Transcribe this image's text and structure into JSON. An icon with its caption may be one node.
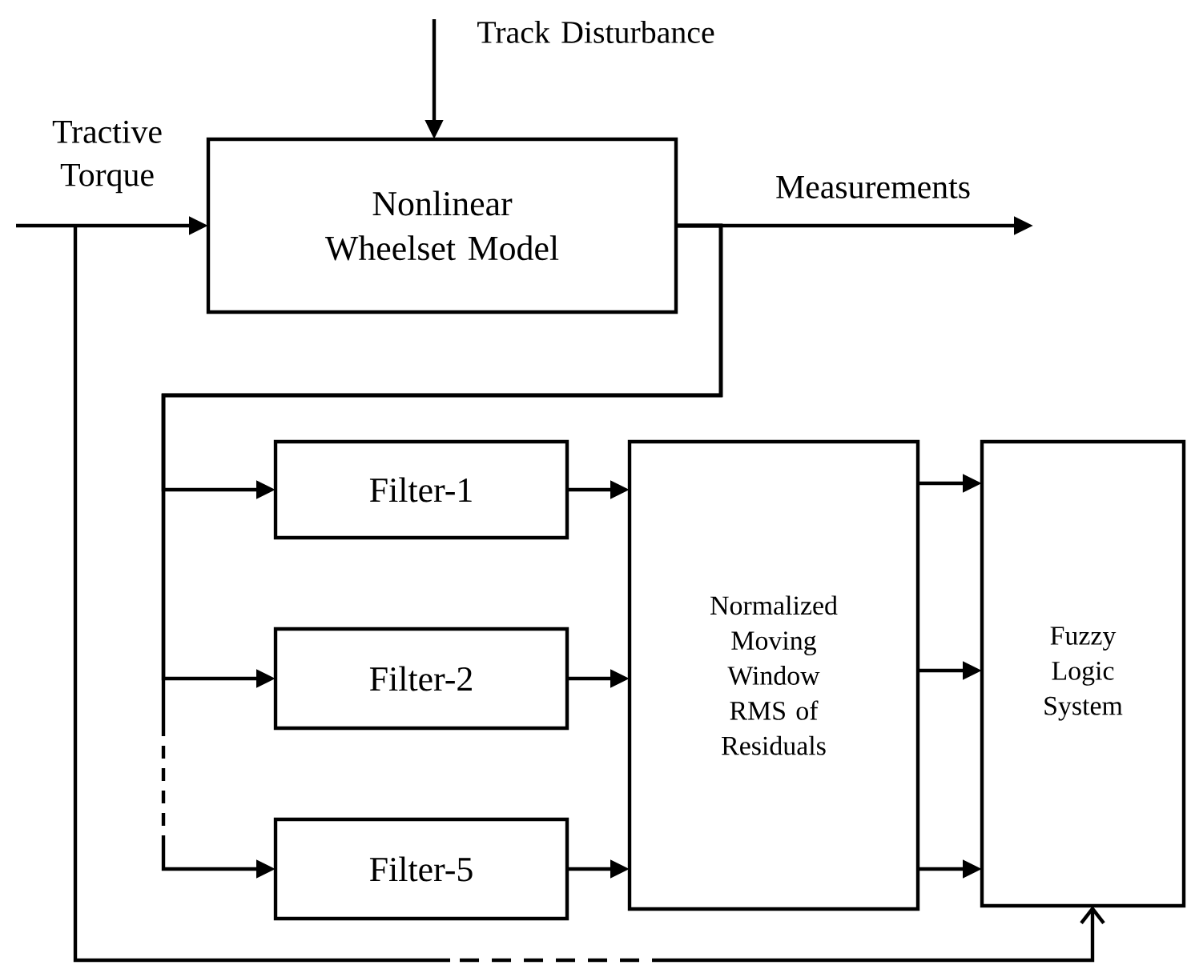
{
  "diagram": {
    "nodes": [
      {
        "text": [
          "Track Disturbance"
        ]
      },
      {
        "text": [
          "Nonlinear Wheelset Model"
        ]
      },
      {
        "text": [
          "Measurements"
        ]
      },
      {
        "text": [
          "Filter-1"
        ]
      },
      {
        "text": [
          "Filter-2"
        ]
      },
      {
        "text": [
          "Filter-5"
        ]
      },
      {
        "text": [
          "Normalized Moving Window RMS of Residuals"
        ]
      },
      {
        "text": [
          "Fuzzy Logic System"
        ]
      }
    ],
    "edges": [
      {
        "from": 0,
        "to": 1,
        "arrow": "to"
      },
      {
        "from": null,
        "to": 1,
        "arrow": "to"
      },
      {
        "from": 1,
        "to": 2,
        "arrow": "to"
      },
      {
        "from": 1,
        "to": 3,
        "arrow": "to"
      },
      {
        "from": 1,
        "to": 4,
        "arrow": "to"
      },
      {
        "from": 1,
        "to": 5,
        "arrow": "to",
        "style": "dashed"
      },
      {
        "from": 3,
        "to": 6,
        "arrow": "to"
      },
      {
        "from": 4,
        "to": 6,
        "arrow": "to"
      },
      {
        "from": 5,
        "to": 6,
        "arrow": "to"
      },
      {
        "from": 6,
        "to": 7,
        "arrow": "to"
      },
      {
        "from": 6,
        "to": 7,
        "arrow": "to"
      },
      {
        "from": 6,
        "to": 7,
        "arrow": "to"
      },
      {
        "from": null,
        "to": 7,
        "arrow": "to",
        "style": "dashed"
      }
    ],
    "labels": [
      "Tractive Torque"
    ]
  }
}
